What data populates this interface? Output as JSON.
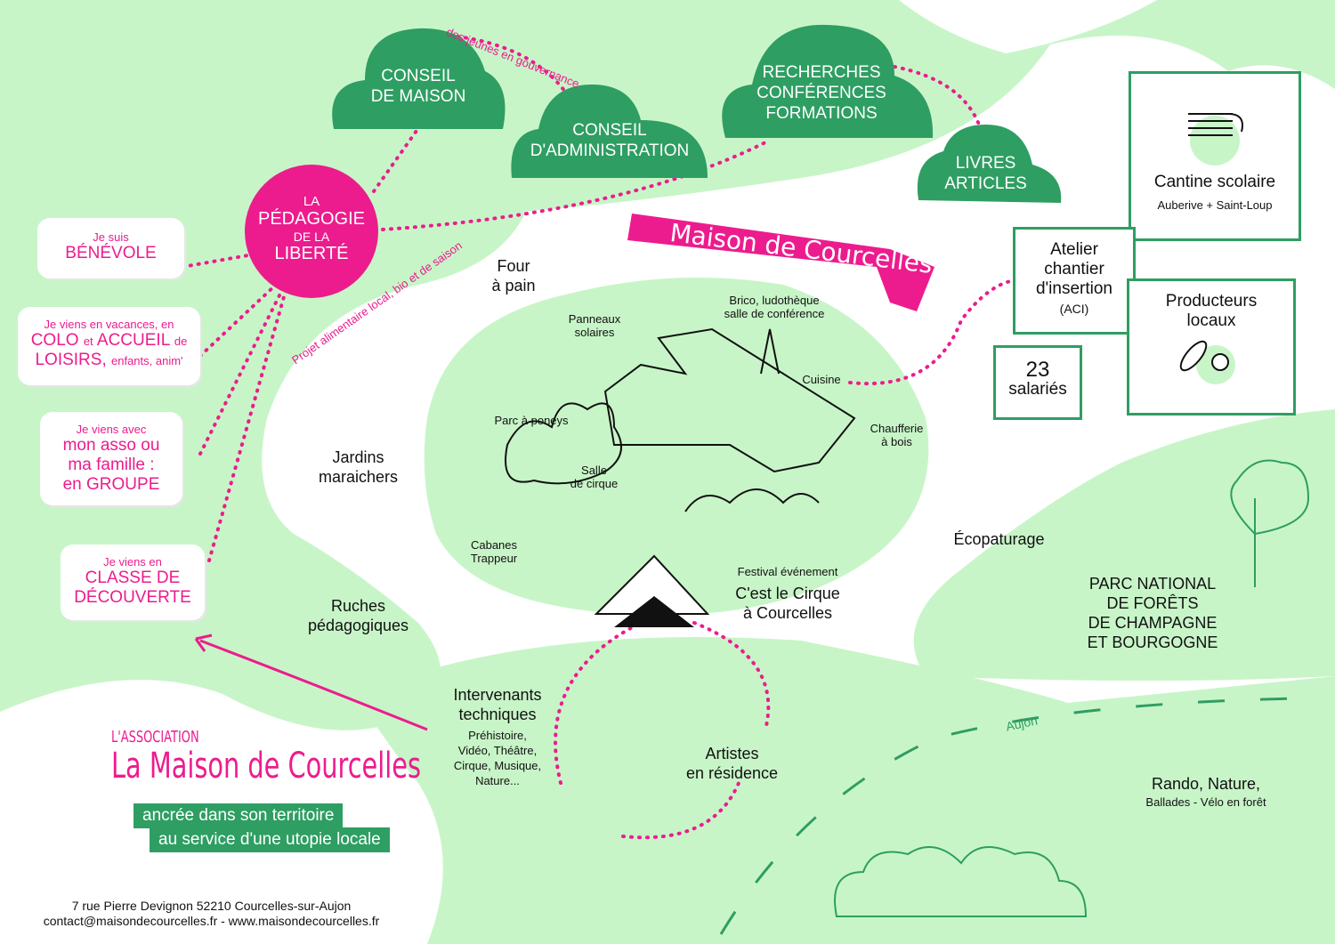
{
  "colors": {
    "light_green": "#c8f5c8",
    "dark_green": "#2e9e62",
    "pink": "#ec1c8e",
    "ink": "#111111"
  },
  "banner": {
    "title": "Maison de Courcelles"
  },
  "clouds": {
    "conseil_maison": [
      "CONSEIL",
      "DE MAISON"
    ],
    "conseil_admin": [
      "CONSEIL",
      "D'ADMINISTRATION"
    ],
    "recherches": [
      "RECHERCHES",
      "CONFÉRENCES",
      "FORMATIONS"
    ],
    "livres": [
      "LIVRES",
      "ARTICLES"
    ]
  },
  "links": {
    "jeunes": "des jeunes en gouvernance",
    "projet_alimentaire": "Projet alimentaire local, bio et de saison"
  },
  "pedagogie": {
    "l1": "LA",
    "l2": "PÉDAGOGIE",
    "l3": "DE LA",
    "l4": "LIBERTÉ"
  },
  "bubbles": {
    "benevole": {
      "small": "Je suis",
      "big": "BÉNÉVOLE"
    },
    "colo": {
      "small": "Je viens en vacances, en",
      "big1": "COLO",
      "et": "et",
      "big2": "ACCUEIL",
      "de": "de",
      "big3": "LOISIRS,",
      "tail": "enfants, anim'"
    },
    "groupe": {
      "small": "Je viens avec",
      "l1": "mon asso ou",
      "l2": "ma famille :",
      "l3": "en GROUPE"
    },
    "classe": {
      "small": "Je viens en",
      "l1": "CLASSE DE",
      "l2": "DÉCOUVERTE"
    }
  },
  "places": {
    "four": [
      "Four",
      "à pain"
    ],
    "jardins": [
      "Jardins",
      "maraichers"
    ],
    "ruches": [
      "Ruches",
      "pédagogiques"
    ],
    "cabanes": [
      "Cabanes",
      "Trappeur"
    ],
    "panneaux": [
      "Panneaux",
      "solaires"
    ],
    "brico": [
      "Brico, ludothèque",
      "salle de conférence"
    ],
    "cuisine": "Cuisine",
    "parc_poneys": "Parc à poneys",
    "salle_cirque": [
      "Salle",
      "de cirque"
    ],
    "chaufferie": [
      "Chaufferie",
      "à bois"
    ],
    "ecopaturage": "Écopaturage"
  },
  "festival": {
    "small": "Festival événement",
    "l1": "C'est le Cirque",
    "l2": "à Courcelles"
  },
  "intervenants": {
    "title1": "Intervenants",
    "title2": "techniques",
    "items": [
      "Préhistoire,",
      "Vidéo, Théâtre,",
      "Cirque, Musique,",
      "Nature..."
    ]
  },
  "artistes": [
    "Artistes",
    "en résidence"
  ],
  "right": {
    "cantine": {
      "title": "Cantine scolaire",
      "sub": "Auberive + Saint-Loup"
    },
    "atelier": {
      "l1": "Atelier",
      "l2": "chantier",
      "l3": "d'insertion",
      "l4": "(ACI)"
    },
    "producteurs": [
      "Producteurs",
      "locaux"
    ],
    "salaries": {
      "count": "23",
      "label": "salariés"
    },
    "parc": [
      "PARC NATIONAL",
      "DE FORÊTS",
      "DE CHAMPAGNE",
      "ET BOURGOGNE"
    ],
    "aujon": "Aujon",
    "rando": {
      "title": "Rando, Nature,",
      "sub": "Ballades - Vélo en forêt"
    }
  },
  "footer": {
    "assoc": "L'association",
    "name": "La Maison de Courcelles",
    "tag1": "ancrée dans son territoire",
    "tag2": "au service d'une utopie locale",
    "address": "7 rue Pierre Devignon 52210 Courcelles-sur-Aujon",
    "contact": "contact@maisondecourcelles.fr - www.maisondecourcelles.fr"
  }
}
